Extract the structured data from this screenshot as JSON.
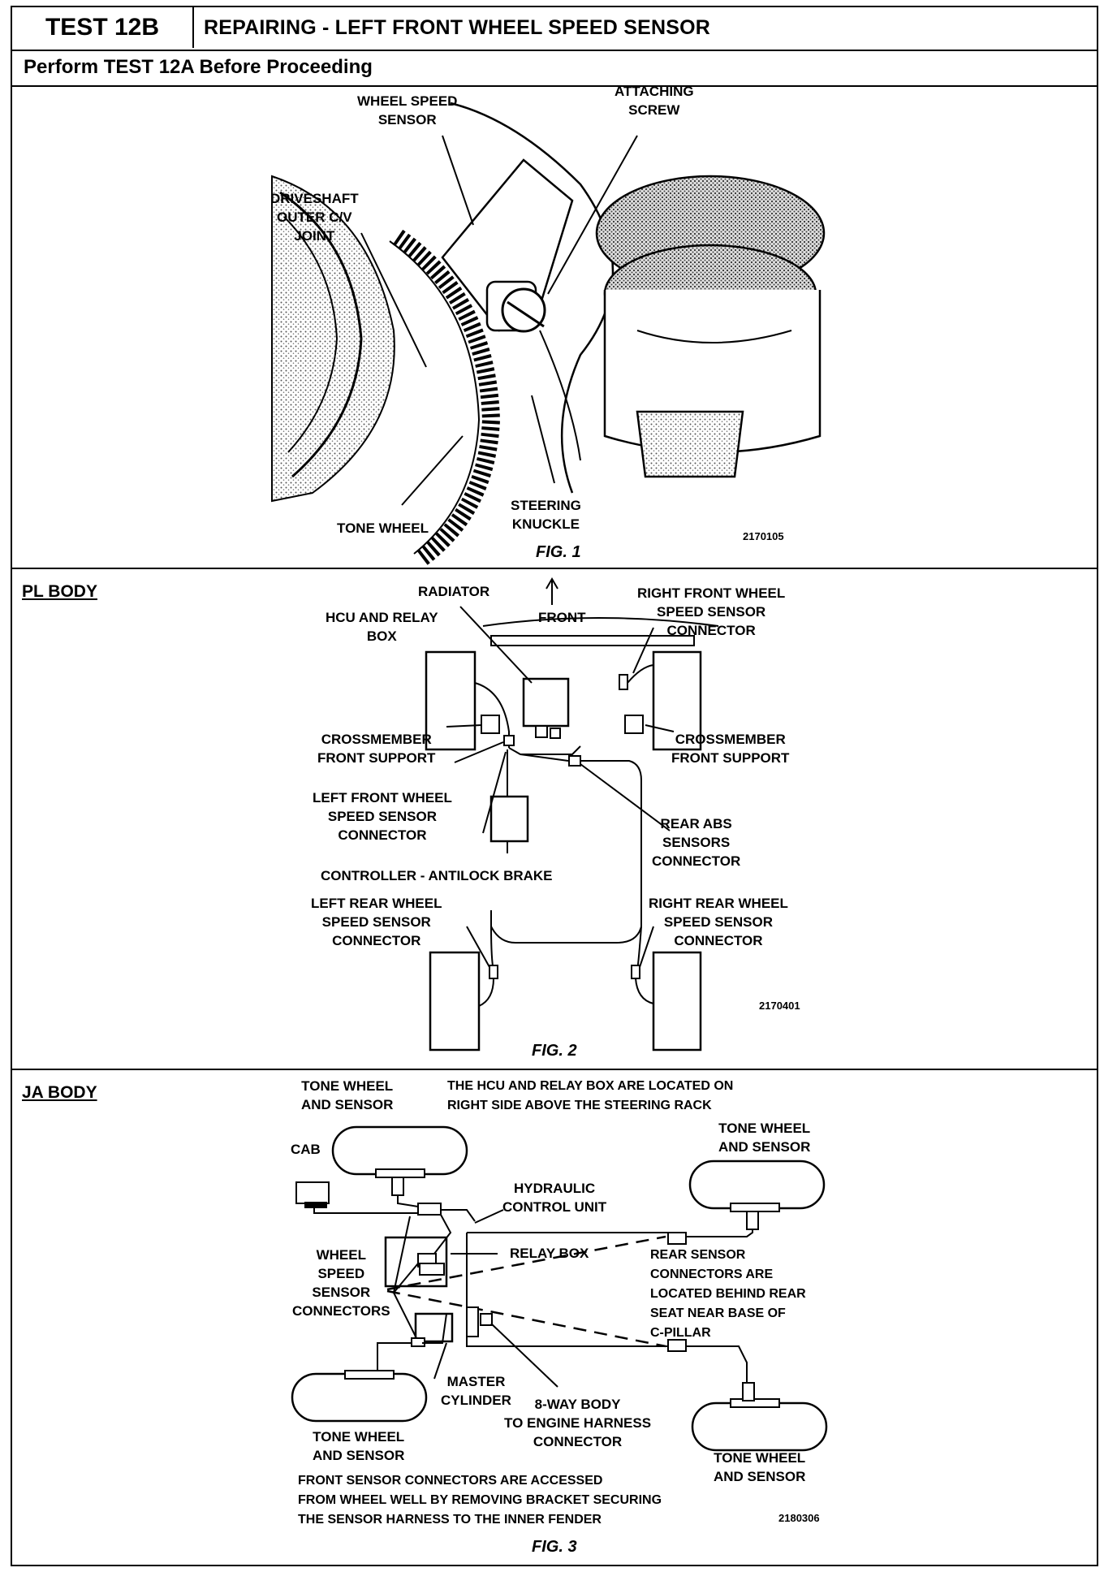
{
  "header": {
    "test_id": "TEST 12B",
    "title": "REPAIRING - LEFT FRONT WHEEL SPEED SENSOR",
    "precondition": "Perform TEST 12A Before Proceeding"
  },
  "fig1": {
    "labels": {
      "wheel_speed_sensor": "WHEEL SPEED\nSENSOR",
      "attaching_screw": "ATTACHING\nSCREW",
      "driveshaft": "DRIVESHAFT\nOUTER C/V\nJOINT",
      "tone_wheel": "TONE WHEEL",
      "steering_knuckle": "STEERING\nKNUCKLE"
    },
    "part_number": "2170105",
    "caption": "FIG. 1"
  },
  "fig2": {
    "section_label": "PL BODY",
    "labels": {
      "radiator": "RADIATOR",
      "front": "FRONT",
      "hcu_relay": "HCU AND RELAY\nBOX",
      "rf_connector": "RIGHT FRONT WHEEL\nSPEED SENSOR\nCONNECTOR",
      "crossmember_left": "CROSSMEMBER\nFRONT SUPPORT",
      "crossmember_right": "CROSSMEMBER\nFRONT SUPPORT",
      "lf_connector": "LEFT FRONT WHEEL\nSPEED SENSOR\nCONNECTOR",
      "rear_abs": "REAR ABS\nSENSORS\nCONNECTOR",
      "controller": "CONTROLLER - ANTILOCK BRAKE",
      "lr_connector": "LEFT REAR WHEEL\nSPEED SENSOR\nCONNECTOR",
      "rr_connector": "RIGHT REAR WHEEL\nSPEED SENSOR\nCONNECTOR"
    },
    "part_number": "2170401",
    "caption": "FIG. 2"
  },
  "fig3": {
    "section_label": "JA BODY",
    "labels": {
      "tone_wheel_tl": "TONE WHEEL\nAND SENSOR",
      "hcu_note": "THE HCU AND RELAY BOX ARE LOCATED ON\nRIGHT SIDE ABOVE THE STEERING RACK",
      "cab": "CAB",
      "tone_wheel_tr": "TONE WHEEL\nAND SENSOR",
      "hcu": "HYDRAULIC\nCONTROL UNIT",
      "relay_box": "RELAY BOX",
      "wss_connectors": "WHEEL\nSPEED\nSENSOR\nCONNECTORS",
      "rear_note": "REAR SENSOR\nCONNECTORS ARE\nLOCATED BEHIND REAR\nSEAT NEAR BASE OF\nC-PILLAR",
      "master_cyl": "MASTER\nCYLINDER",
      "tone_wheel_bl": "TONE WHEEL\nAND SENSOR",
      "body_connector": "8-WAY BODY\nTO ENGINE HARNESS\nCONNECTOR",
      "tone_wheel_br": "TONE WHEEL\nAND SENSOR",
      "front_note": "FRONT SENSOR CONNECTORS ARE ACCESSED\nFROM WHEEL WELL BY REMOVING BRACKET SECURING\nTHE SENSOR HARNESS TO THE INNER FENDER"
    },
    "part_number": "2180306",
    "caption": "FIG. 3"
  }
}
